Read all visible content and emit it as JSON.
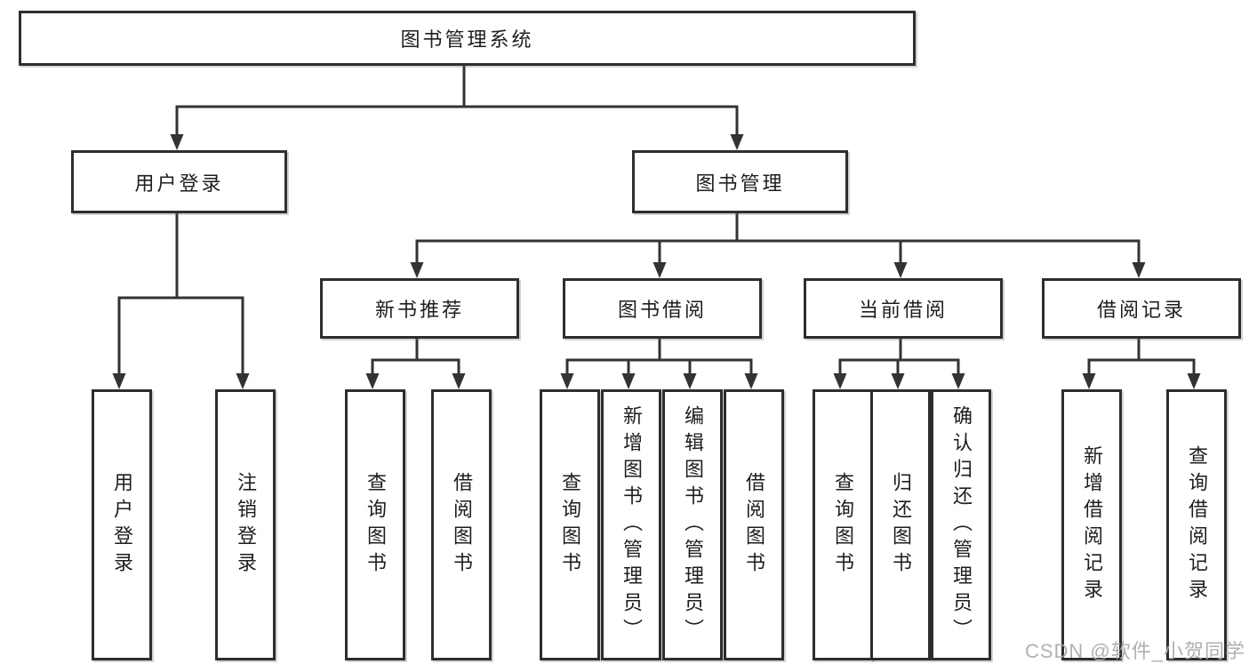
{
  "diagram": {
    "root": {
      "label": "图书管理系统"
    },
    "branches": [
      {
        "label": "用户登录",
        "children": [
          {
            "label": "用户登录"
          },
          {
            "label": "注销登录"
          }
        ]
      },
      {
        "label": "图书管理",
        "children": [
          {
            "label": "新书推荐",
            "children": [
              {
                "label": "查询图书"
              },
              {
                "label": "借阅图书"
              }
            ]
          },
          {
            "label": "图书借阅",
            "children": [
              {
                "label": "查询图书"
              },
              {
                "label": "新增图书（管理员）"
              },
              {
                "label": "编辑图书（管理员）"
              },
              {
                "label": "借阅图书"
              }
            ]
          },
          {
            "label": "当前借阅",
            "children": [
              {
                "label": "查询图书"
              },
              {
                "label": "归还图书"
              },
              {
                "label": "确认归还（管理员）"
              }
            ]
          },
          {
            "label": "借阅记录",
            "children": [
              {
                "label": "新增借阅记录"
              },
              {
                "label": "查询借阅记录"
              }
            ]
          }
        ]
      }
    ]
  },
  "watermark": {
    "text": "CSDN @软件_小贺同学"
  },
  "colors": {
    "line": "#333333",
    "box_border": "#2e2e2e",
    "text": "#1e1e1e",
    "watermark": "#a8a8a8",
    "background": "#ffffff"
  }
}
